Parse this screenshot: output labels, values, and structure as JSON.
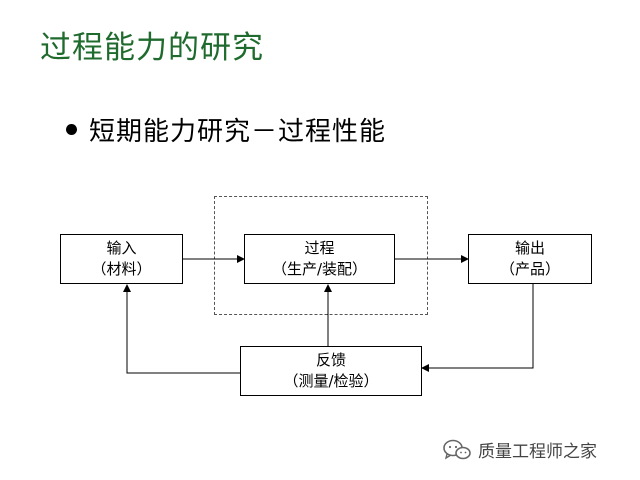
{
  "slide": {
    "title": "过程能力的研究",
    "bullet": "短期能力研究－过程性能"
  },
  "diagram": {
    "input": {
      "line1": "输入",
      "line2": "（材料）"
    },
    "process": {
      "line1": "过程",
      "line2": "（生产/装配）"
    },
    "output": {
      "line1": "输出",
      "line2": "（产品）"
    },
    "feedback": {
      "line1": "反馈",
      "line2": "（测量/检验）"
    }
  },
  "watermark": {
    "text": "质量工程师之家",
    "icon": "wechat-icon"
  }
}
